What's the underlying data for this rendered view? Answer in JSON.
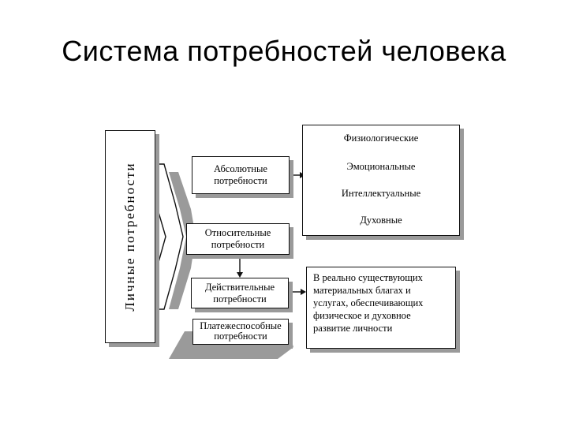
{
  "title": "Система потребностей человека",
  "diagram": {
    "side_label": "Личные потребности",
    "needs_boxes": [
      {
        "lines": [
          "Абсолютные",
          "потребности"
        ]
      },
      {
        "lines": [
          "Относительные",
          "потребности"
        ]
      },
      {
        "lines": [
          "Действительные",
          "потребности"
        ]
      },
      {
        "lines": [
          "Платежеспособные",
          "потребности"
        ]
      }
    ],
    "absolute_list": [
      "Физиологические",
      "Эмоциональные",
      "Интеллектуальные",
      "Духовные"
    ],
    "reality_text": [
      "В реально существующих",
      "материальных благах и",
      "услугах, обеспечивающих",
      "физическое и духовное",
      "развитие личности"
    ]
  }
}
